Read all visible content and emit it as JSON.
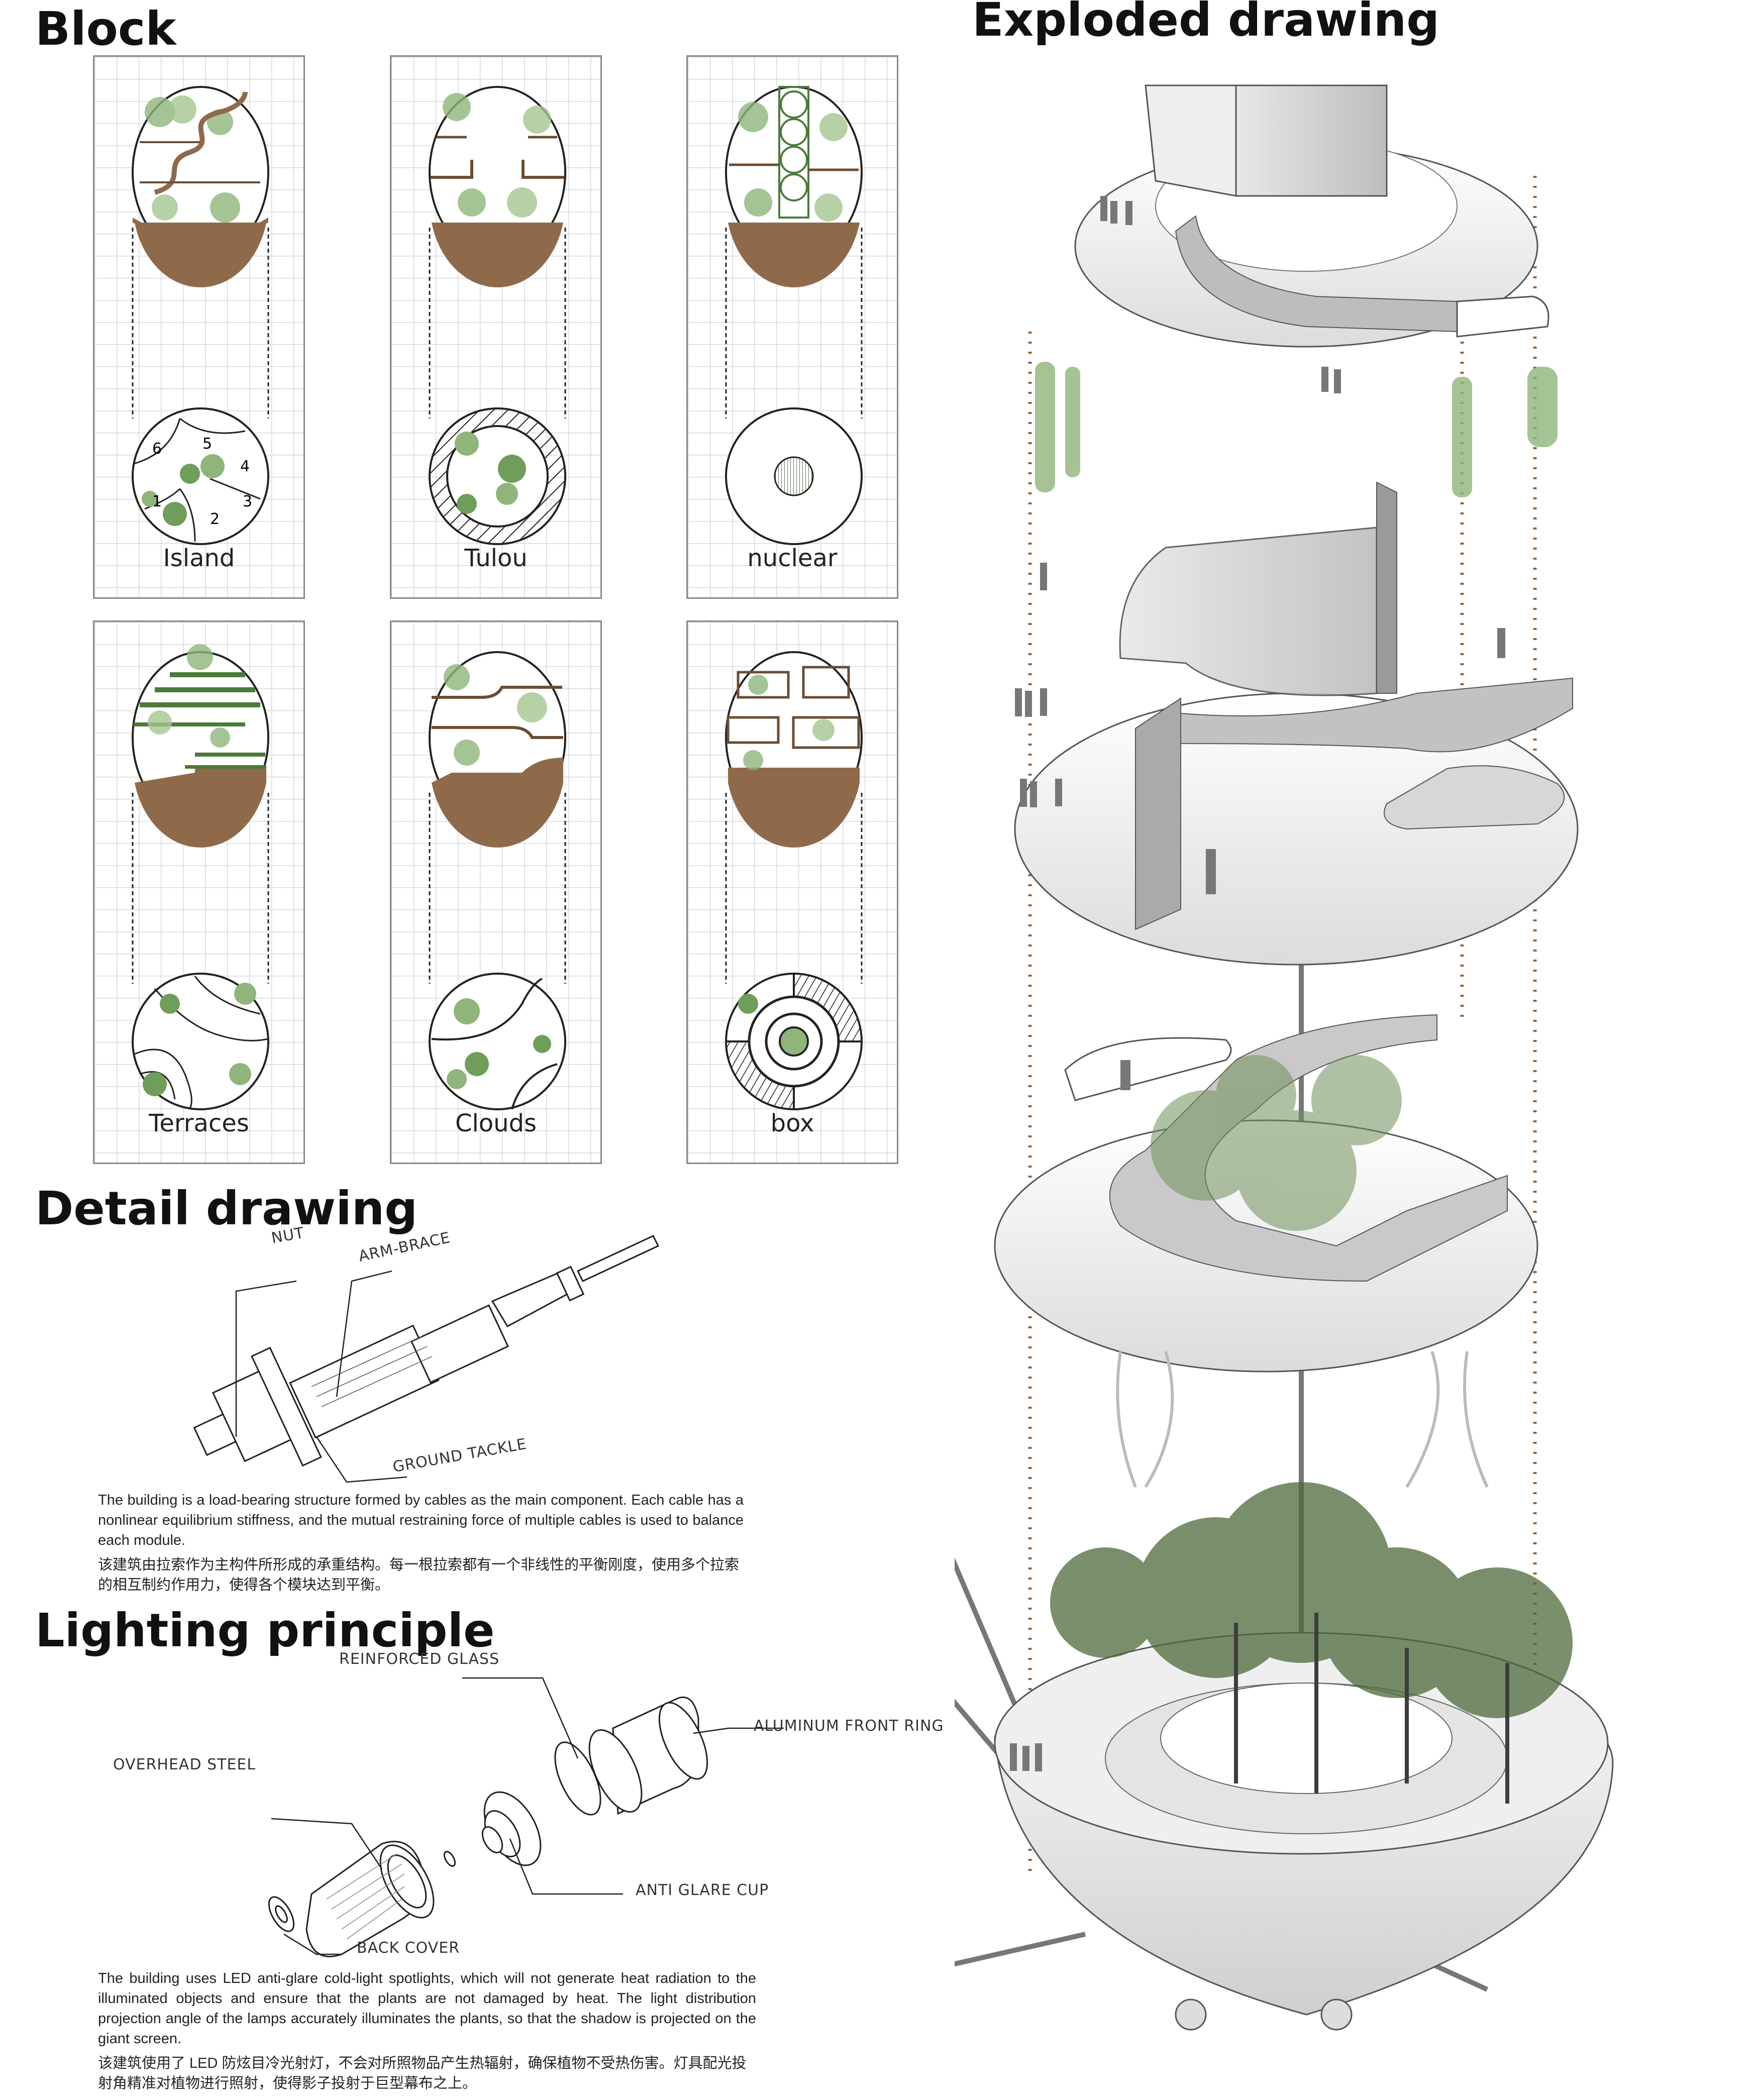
{
  "sections": {
    "block_title": "Block",
    "exploded_title": "Exploded drawing",
    "detail_title": "Detail drawing",
    "lighting_title": "Lighting principle"
  },
  "blocks": [
    {
      "label": "Island"
    },
    {
      "label": "Tulou"
    },
    {
      "label": "nuclear"
    },
    {
      "label": "Terraces"
    },
    {
      "label": "Clouds"
    },
    {
      "label": "box"
    }
  ],
  "island_numbers": [
    "1",
    "2",
    "3",
    "4",
    "5",
    "6"
  ],
  "detail": {
    "labels": {
      "nut": "NUT",
      "arm_brace": "ARM-BRACE",
      "ground_tackle": "GROUND TACKLE"
    },
    "text_en": "The building is a load-bearing structure formed by cables as the main component. Each cable has a nonlinear equilibrium stiffness, and the mutual restraining force of multiple cables is used to balance each module.",
    "text_cn": "该建筑由拉索作为主构件所形成的承重结构。每一根拉索都有一个非线性的平衡刚度，使用多个拉索的相互制约作用力，使得各个模块达到平衡。"
  },
  "lighting": {
    "labels": {
      "reinforced_glass": "REINFORCED GLASS",
      "aluminum_front_ring": "ALUMINUM FRONT RING",
      "overhead_steel": "OVERHEAD STEEL",
      "anti_glare_cup": "ANTI GLARE CUP",
      "back_cover": "BACK COVER"
    },
    "text_en": "The building uses LED anti-glare cold-light spotlights, which will not generate heat radiation to the illuminated objects and ensure that the plants are not damaged by heat. The light distribution projection angle of the lamps accurately illuminates the plants, so that the shadow is projected on the giant screen.",
    "text_cn": "该建筑使用了 LED 防炫目冷光射灯，不会对所照物品产生热辐射，确保植物不受热伤害。灯具配光投射角精准对植物进行照射，使得影子投射于巨型幕布之上。"
  },
  "colors": {
    "soil": "#8f6a4a",
    "foliage": "#8fb57a",
    "guide_dots": "#a0622a",
    "outline": "#222222"
  }
}
